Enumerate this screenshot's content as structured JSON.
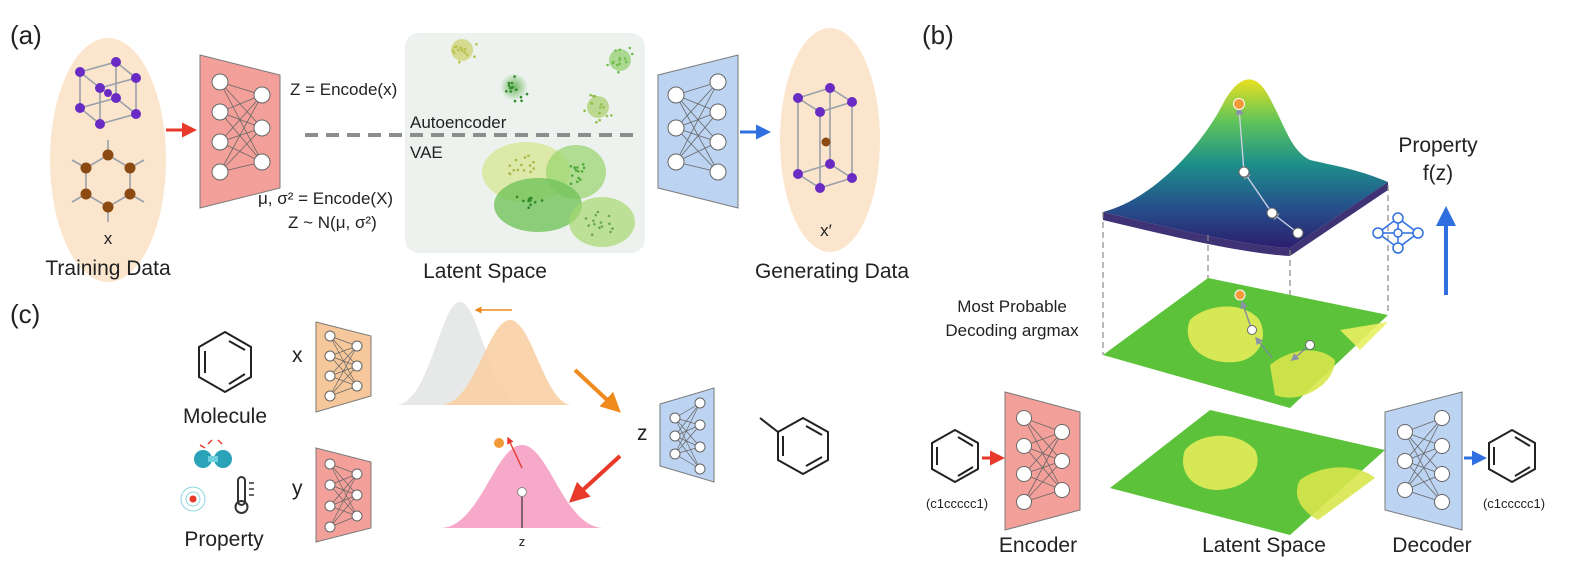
{
  "panels": {
    "a": "(a)",
    "b": "(b)",
    "c": "(c)"
  },
  "panel_a": {
    "x_label": "x",
    "training_data": "Training Data",
    "encode_z": "Z = Encode(x)",
    "autoencoder": "Autoencoder",
    "vae": "VAE",
    "encode_mu_sigma": "μ, σ² = Encode(X)",
    "sample_z": "Z ~ N(μ, σ²)",
    "latent_space": "Latent Space",
    "x_prime": "x′",
    "generating_data": "Generating Data"
  },
  "panel_b": {
    "property_line1": "Property",
    "property_line2": "f(z)",
    "decoding_line1": "Most Probable",
    "decoding_line2": "Decoding argmax",
    "smiles_in": "(c1ccccc1)",
    "smiles_out": "(c1ccccc1)",
    "encoder": "Encoder",
    "latent_space": "Latent Space",
    "decoder": "Decoder"
  },
  "panel_c": {
    "molecule": "Molecule",
    "property": "Property",
    "x": "x",
    "y": "y",
    "z_mid": "z",
    "z_axis": "z"
  },
  "colors": {
    "encoder_red": "#f4a09a",
    "decoder_blue": "#bcd3f1",
    "x_encoder_orange": "#f5c79a",
    "arrow_red": "#e8392a",
    "arrow_blue": "#2f6fe0",
    "arrow_orange": "#f08a1c",
    "highlight_orange": "#f29a38",
    "peach_bg": "#fbe5cd",
    "latent_bg": "#eef2ef",
    "pink_gaussian": "#f7a9c9"
  }
}
